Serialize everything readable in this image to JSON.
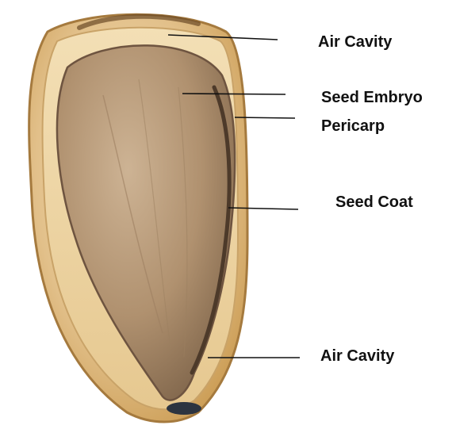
{
  "figure": {
    "labels": [
      {
        "id": "air-cavity-top",
        "text": "Air Cavity"
      },
      {
        "id": "seed-embryo",
        "text": "Seed Embryo"
      },
      {
        "id": "pericarp",
        "text": "Pericarp"
      },
      {
        "id": "seed-coat",
        "text": "Seed Coat"
      },
      {
        "id": "air-cavity-bottom",
        "text": "Air Cavity"
      }
    ],
    "colors": {
      "shell_outer": "#d9b071",
      "shell_inner": "#f2d9a6",
      "seed": "#b89a78",
      "seed_dark": "#8f7458",
      "leader_line": "#111111",
      "label_text": "#111111"
    }
  }
}
